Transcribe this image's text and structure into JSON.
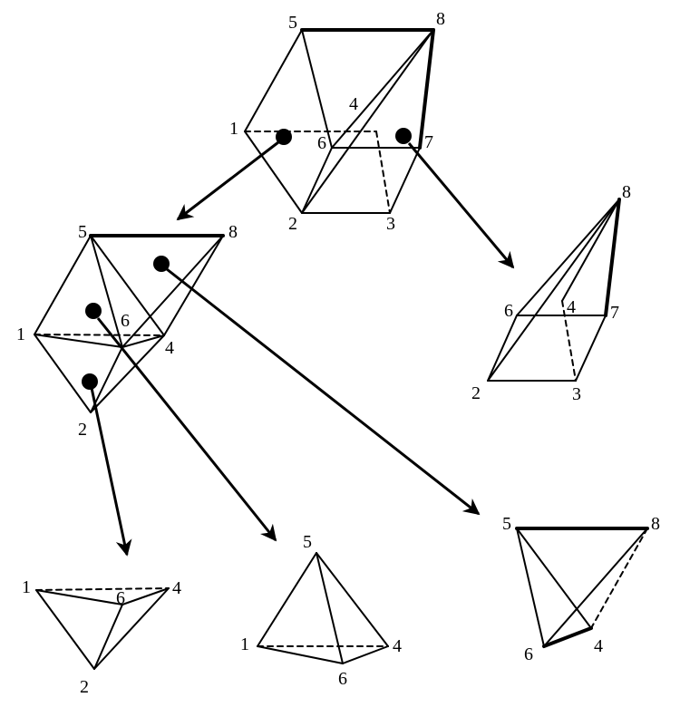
{
  "labels": {
    "one": "1",
    "two": "2",
    "three": "3",
    "four": "4",
    "five": "5",
    "six": "6",
    "seven": "7",
    "eight": "8"
  },
  "colors": {
    "ink": "#000000",
    "background": "#ffffff"
  }
}
